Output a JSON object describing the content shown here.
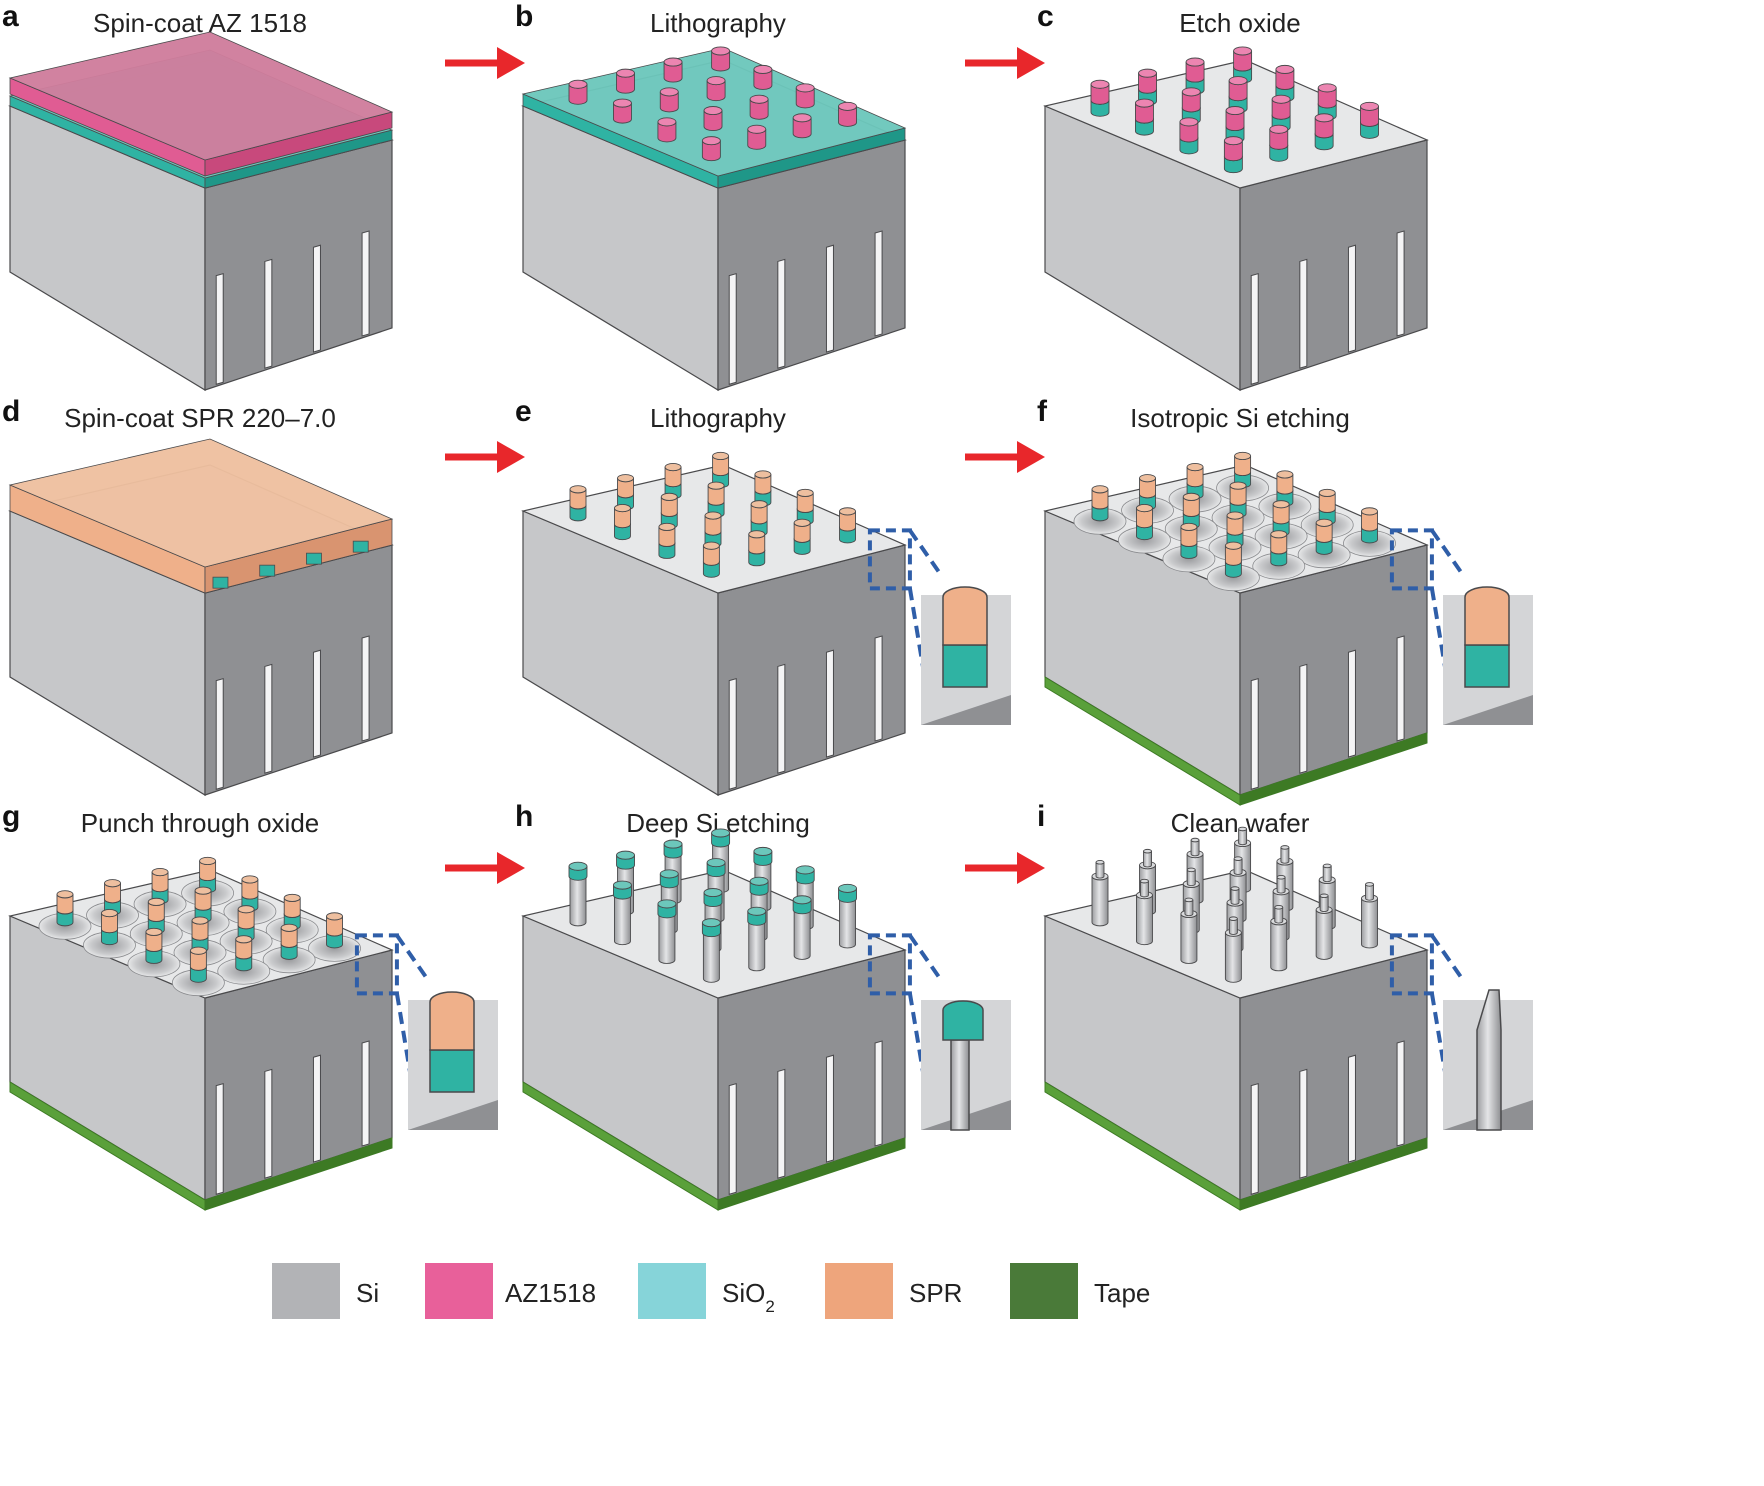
{
  "panels": [
    {
      "letter": "a",
      "title": "Spin-coat AZ 1518"
    },
    {
      "letter": "b",
      "title": "Lithography"
    },
    {
      "letter": "c",
      "title": "Etch oxide"
    },
    {
      "letter": "d",
      "title": "Spin-coat SPR 220–7.0"
    },
    {
      "letter": "e",
      "title": "Lithography"
    },
    {
      "letter": "f",
      "title": "Isotropic Si etching"
    },
    {
      "letter": "g",
      "title": "Punch through oxide"
    },
    {
      "letter": "h",
      "title": "Deep Si etching"
    },
    {
      "letter": "i",
      "title": "Clean wafer"
    }
  ],
  "legend": [
    {
      "label": "Si",
      "sub": "",
      "color": "#b2b3b6"
    },
    {
      "label": "AZ1518",
      "sub": "",
      "color": "#e8609a"
    },
    {
      "label": "SiO",
      "sub": "2",
      "color": "#86d4d9"
    },
    {
      "label": "SPR",
      "sub": "",
      "color": "#eea57c"
    },
    {
      "label": "Tape",
      "sub": "",
      "color": "#4a7a39"
    }
  ],
  "colors": {
    "arrow": "#e8272b",
    "inset_box": "#2f5ea8"
  }
}
